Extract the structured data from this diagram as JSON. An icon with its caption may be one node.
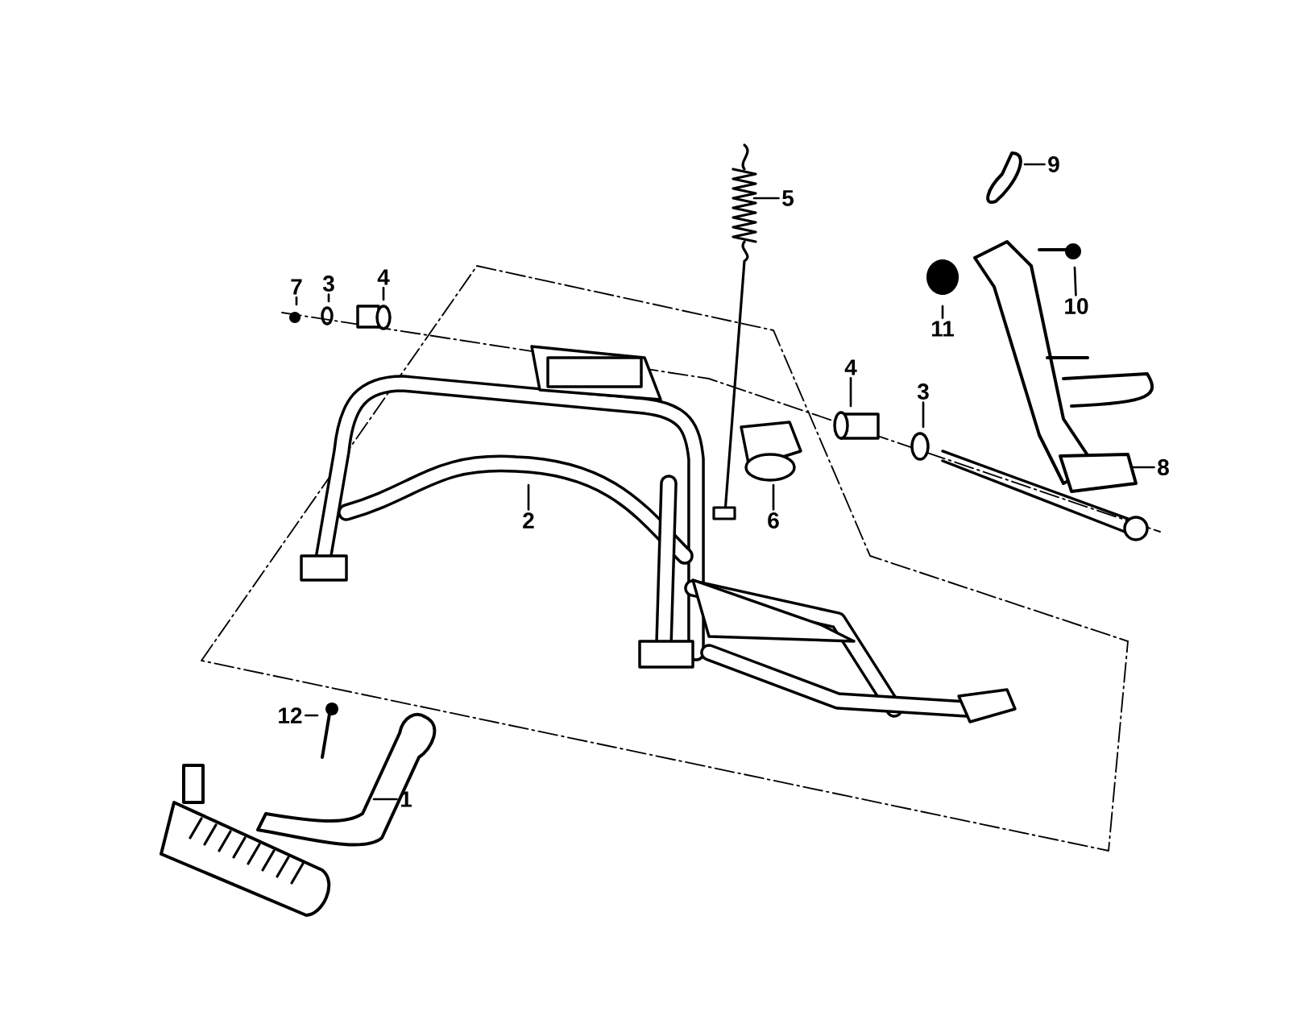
{
  "diagram": {
    "nodes": [
      {
        "text": [
          "7"
        ]
      },
      {
        "text": [
          "3"
        ]
      },
      {
        "text": [
          "4"
        ]
      },
      {
        "text": [
          "5"
        ]
      },
      {
        "text": [
          "9"
        ]
      },
      {
        "text": [
          "10"
        ]
      },
      {
        "text": [
          "11"
        ]
      },
      {
        "text": [
          "2"
        ]
      },
      {
        "text": [
          "4"
        ]
      },
      {
        "text": [
          "3"
        ]
      },
      {
        "text": [
          "6"
        ]
      },
      {
        "text": [
          "8"
        ]
      },
      {
        "text": [
          "12"
        ]
      },
      {
        "text": [
          "1"
        ]
      }
    ],
    "edges": [
      {
        "from": 0,
        "to": null,
        "arrow": "none"
      },
      {
        "from": 1,
        "to": null,
        "arrow": "none"
      },
      {
        "from": 2,
        "to": null,
        "arrow": "none"
      },
      {
        "from": 3,
        "to": null,
        "arrow": "none"
      },
      {
        "from": 4,
        "to": null,
        "arrow": "none"
      },
      {
        "from": 5,
        "to": null,
        "arrow": "none"
      },
      {
        "from": 6,
        "to": null,
        "arrow": "none"
      },
      {
        "from": 7,
        "to": null,
        "arrow": "none"
      },
      {
        "from": 8,
        "to": null,
        "arrow": "none"
      },
      {
        "from": 9,
        "to": null,
        "arrow": "none"
      },
      {
        "from": 10,
        "to": null,
        "arrow": "none"
      },
      {
        "from": 11,
        "to": null,
        "arrow": "none"
      },
      {
        "from": 12,
        "to": null,
        "arrow": "none"
      },
      {
        "from": 13,
        "to": null,
        "arrow": "none"
      }
    ]
  }
}
